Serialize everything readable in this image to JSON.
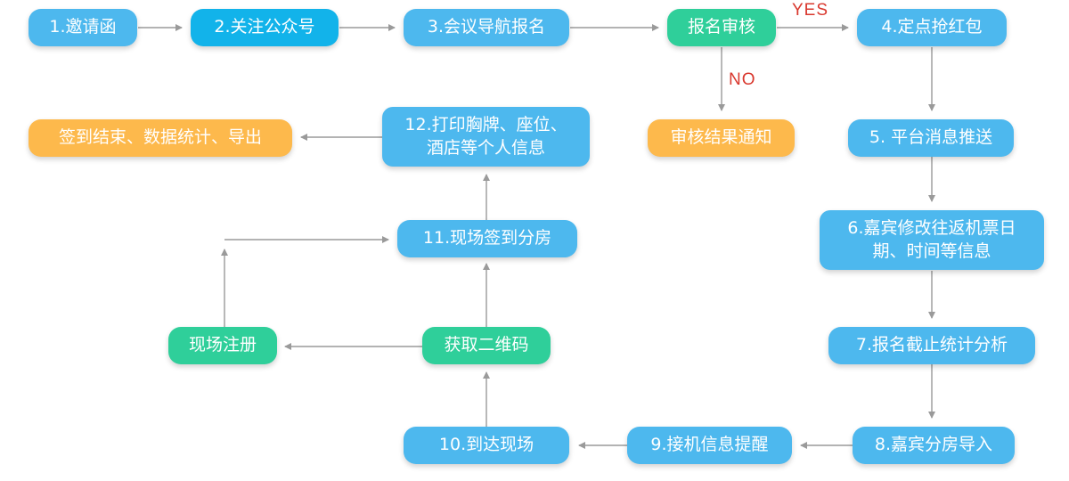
{
  "colors": {
    "blue": "#4db8ee",
    "cyan": "#12b3ea",
    "green": "#2fcf9a",
    "orange": "#fdb94c",
    "arrow": "#9a9a9a",
    "decision_label": "#d9382e"
  },
  "nodes": {
    "invite": "1.邀请函",
    "follow": "2.关注公众号",
    "register": "3.会议导航报名",
    "review": "报名审核",
    "grab": "4.定点抢红包",
    "review_result": "审核结果通知",
    "push": "5. 平台消息推送",
    "modify": "6.嘉宾修改往返机票日\n期、时间等信息",
    "deadline": "7.报名截止统计分析",
    "rooms_import": "8.嘉宾分房导入",
    "pickup": "9.接机信息提醒",
    "arrive": "10.到达现场",
    "qrcode": "获取二维码",
    "onsite_register": "现场注册",
    "checkin": "11.现场签到分房",
    "print": "12.打印胸牌、座位、\n酒店等个人信息",
    "end": "签到结束、数据统计、导出"
  },
  "labels": {
    "yes": "YES",
    "no": "NO"
  }
}
